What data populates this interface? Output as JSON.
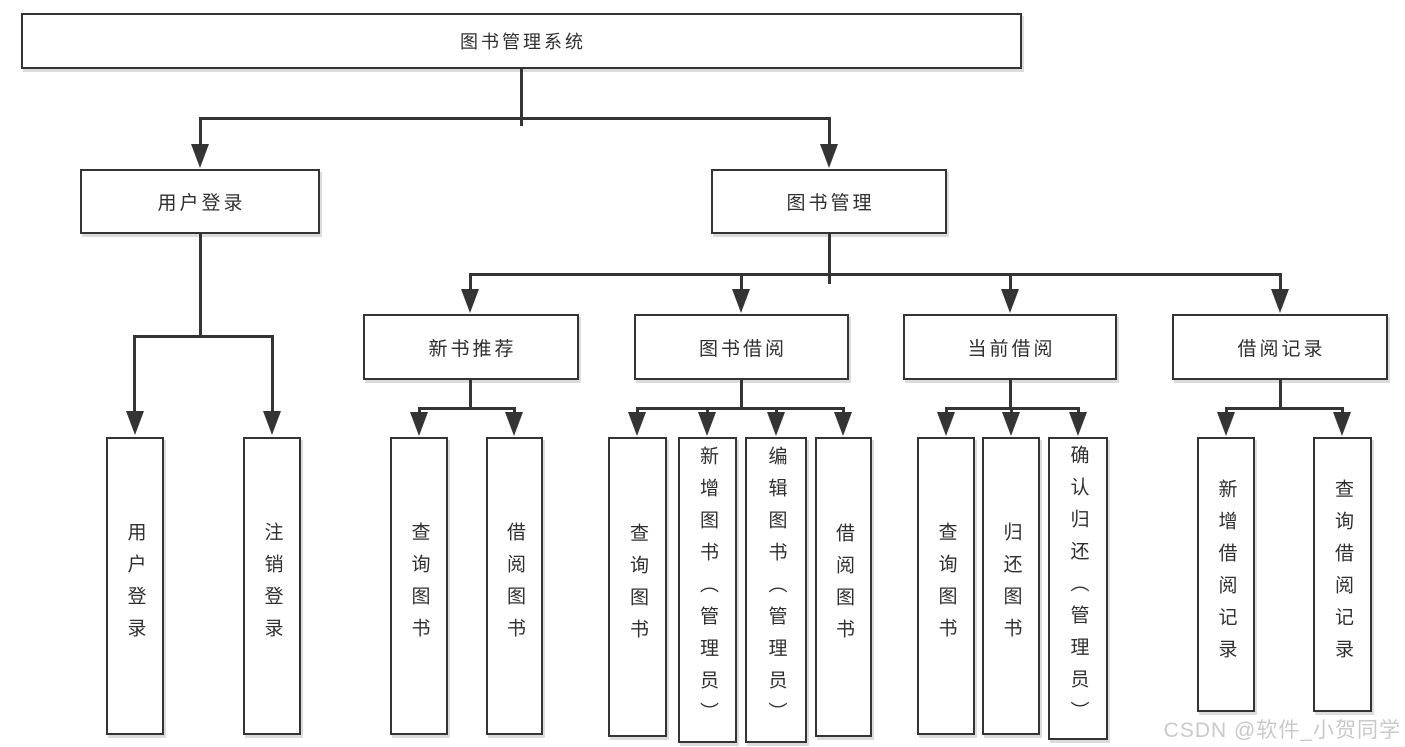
{
  "colors": {
    "line": "#343434",
    "text": "#2f2f2f",
    "background": "#ffffff",
    "watermark": "#c9c9c9"
  },
  "watermark": {
    "text": "CSDN @软件_小贺同学"
  },
  "tree": {
    "root": {
      "label": "图书管理系统",
      "children": [
        {
          "label": "用户登录",
          "children": [
            {
              "label": "用户登录"
            },
            {
              "label": "注销登录"
            }
          ]
        },
        {
          "label": "图书管理",
          "children": [
            {
              "label": "新书推荐",
              "children": [
                {
                  "label": "查询图书"
                },
                {
                  "label": "借阅图书"
                }
              ]
            },
            {
              "label": "图书借阅",
              "children": [
                {
                  "label": "查询图书"
                },
                {
                  "label": "新增图书（管理员）"
                },
                {
                  "label": "编辑图书（管理员）"
                },
                {
                  "label": "借阅图书"
                }
              ]
            },
            {
              "label": "当前借阅",
              "children": [
                {
                  "label": "查询图书"
                },
                {
                  "label": "归还图书"
                },
                {
                  "label": "确认归还（管理员）"
                }
              ]
            },
            {
              "label": "借阅记录",
              "children": [
                {
                  "label": "新增借阅记录"
                },
                {
                  "label": "查询借阅记录"
                }
              ]
            }
          ]
        }
      ]
    }
  }
}
